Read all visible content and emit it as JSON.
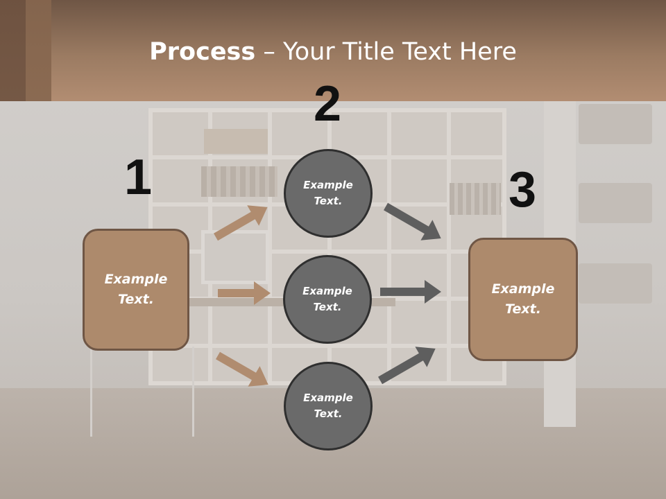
{
  "slide": {
    "title_bold": "Process",
    "title_rest": " – Your Title Text Here"
  },
  "steps": {
    "step1": {
      "number": "1",
      "line1": "Example",
      "line2": "Text."
    },
    "step2": {
      "number": "2",
      "circles": [
        {
          "line1": "Example",
          "line2": "Text."
        },
        {
          "line1": "Example",
          "line2": "Text."
        },
        {
          "line1": "Example",
          "line2": "Text."
        }
      ]
    },
    "step3": {
      "number": "3",
      "line1": "Example",
      "line2": "Text."
    }
  },
  "colors": {
    "header": "#9b7b62",
    "box_fill": "#ad8a6c",
    "box_border": "#6f5645",
    "circle_fill": "#6a6a6a",
    "circle_border": "#2f2f2f",
    "arrow_left": "#b08c6f",
    "arrow_right": "#5e5e5e"
  }
}
